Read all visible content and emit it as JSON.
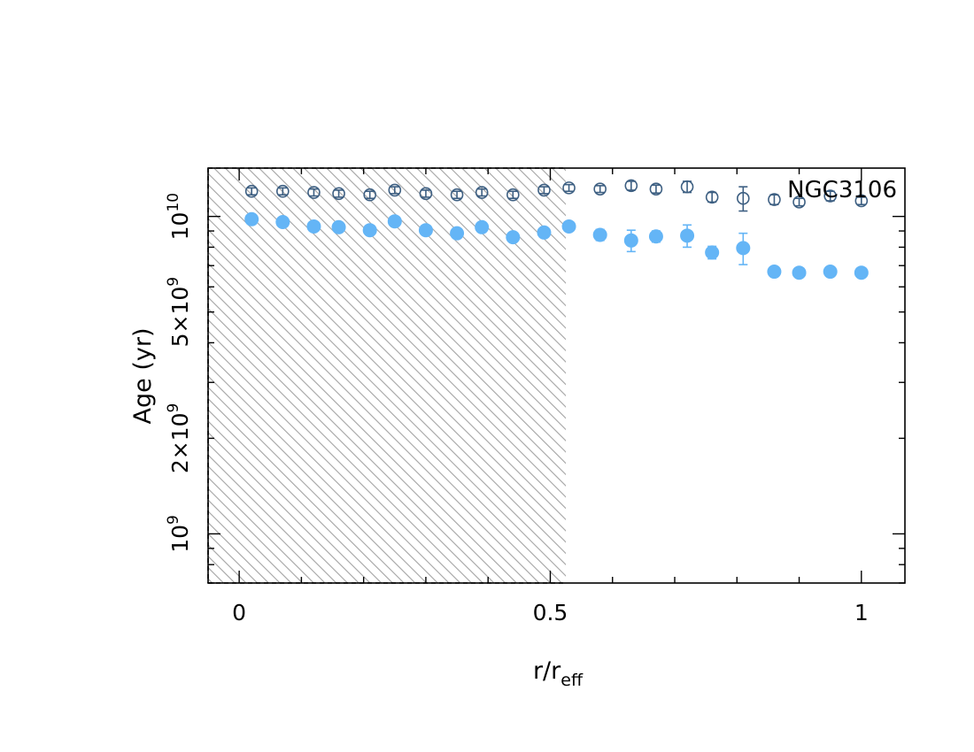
{
  "chart_data": {
    "type": "scatter",
    "title": "NGC3106",
    "xlabel": "r/r",
    "xlabel_sub": "eff",
    "ylabel": "Age (yr)",
    "xlim": [
      -0.05,
      1.07
    ],
    "ylim": [
      700000000,
      14200000000
    ],
    "yscale": "log",
    "x_ticks": [
      {
        "value": 0,
        "label": "0"
      },
      {
        "value": 0.5,
        "label": "0.5"
      },
      {
        "value": 1,
        "label": "1"
      }
    ],
    "y_ticks": [
      {
        "value": 1000000000,
        "base": "10",
        "exp": "9",
        "prefix": ""
      },
      {
        "value": 2000000000,
        "base": "10",
        "exp": "9",
        "prefix": "2×"
      },
      {
        "value": 5000000000,
        "base": "10",
        "exp": "9",
        "prefix": "5×"
      },
      {
        "value": 10000000000,
        "base": "10",
        "exp": "10",
        "prefix": ""
      }
    ],
    "hatched_region": {
      "x_min": -0.05,
      "x_max": 0.525
    },
    "series": [
      {
        "marker": "open-circle",
        "color": "#3d5f82",
        "points": [
          {
            "x": 0.02,
            "y": 12000000000,
            "err": 300000000
          },
          {
            "x": 0.07,
            "y": 12000000000,
            "err": 300000000
          },
          {
            "x": 0.12,
            "y": 11900000000,
            "err": 300000000
          },
          {
            "x": 0.16,
            "y": 11800000000,
            "err": 300000000
          },
          {
            "x": 0.21,
            "y": 11700000000,
            "err": 300000000
          },
          {
            "x": 0.25,
            "y": 12100000000,
            "err": 300000000
          },
          {
            "x": 0.3,
            "y": 11800000000,
            "err": 300000000
          },
          {
            "x": 0.35,
            "y": 11700000000,
            "err": 300000000
          },
          {
            "x": 0.39,
            "y": 11900000000,
            "err": 300000000
          },
          {
            "x": 0.44,
            "y": 11700000000,
            "err": 300000000
          },
          {
            "x": 0.49,
            "y": 12100000000,
            "err": 300000000
          },
          {
            "x": 0.53,
            "y": 12300000000,
            "err": 300000000
          },
          {
            "x": 0.58,
            "y": 12200000000,
            "err": 300000000
          },
          {
            "x": 0.63,
            "y": 12500000000,
            "err": 400000000
          },
          {
            "x": 0.67,
            "y": 12200000000,
            "err": 350000000
          },
          {
            "x": 0.72,
            "y": 12400000000,
            "err": 500000000
          },
          {
            "x": 0.76,
            "y": 11500000000,
            "err": 400000000
          },
          {
            "x": 0.81,
            "y": 11400000000,
            "err": 1000000000
          },
          {
            "x": 0.86,
            "y": 11300000000,
            "err": 400000000
          },
          {
            "x": 0.9,
            "y": 11100000000,
            "err": 300000000
          },
          {
            "x": 0.95,
            "y": 11600000000,
            "err": 400000000
          },
          {
            "x": 1.0,
            "y": 11200000000,
            "err": 300000000
          }
        ]
      },
      {
        "marker": "filled-circle",
        "color": "#64b5f6",
        "points": [
          {
            "x": 0.02,
            "y": 9800000000,
            "err": 0
          },
          {
            "x": 0.07,
            "y": 9600000000,
            "err": 0
          },
          {
            "x": 0.12,
            "y": 9300000000,
            "err": 0
          },
          {
            "x": 0.16,
            "y": 9250000000,
            "err": 0
          },
          {
            "x": 0.21,
            "y": 9050000000,
            "err": 0
          },
          {
            "x": 0.25,
            "y": 9650000000,
            "err": 0
          },
          {
            "x": 0.3,
            "y": 9050000000,
            "err": 0
          },
          {
            "x": 0.35,
            "y": 8850000000,
            "err": 0
          },
          {
            "x": 0.39,
            "y": 9250000000,
            "err": 0
          },
          {
            "x": 0.44,
            "y": 8600000000,
            "err": 200000000
          },
          {
            "x": 0.49,
            "y": 8900000000,
            "err": 250000000
          },
          {
            "x": 0.53,
            "y": 9300000000,
            "err": 0
          },
          {
            "x": 0.58,
            "y": 8750000000,
            "err": 350000000
          },
          {
            "x": 0.63,
            "y": 8400000000,
            "err": 650000000
          },
          {
            "x": 0.67,
            "y": 8650000000,
            "err": 350000000
          },
          {
            "x": 0.72,
            "y": 8700000000,
            "err": 700000000
          },
          {
            "x": 0.76,
            "y": 7700000000,
            "err": 350000000
          },
          {
            "x": 0.81,
            "y": 7950000000,
            "err": 900000000
          },
          {
            "x": 0.86,
            "y": 6700000000,
            "err": 0
          },
          {
            "x": 0.9,
            "y": 6650000000,
            "err": 200000000
          },
          {
            "x": 0.95,
            "y": 6700000000,
            "err": 0
          },
          {
            "x": 1.0,
            "y": 6650000000,
            "err": 0
          }
        ]
      }
    ]
  }
}
